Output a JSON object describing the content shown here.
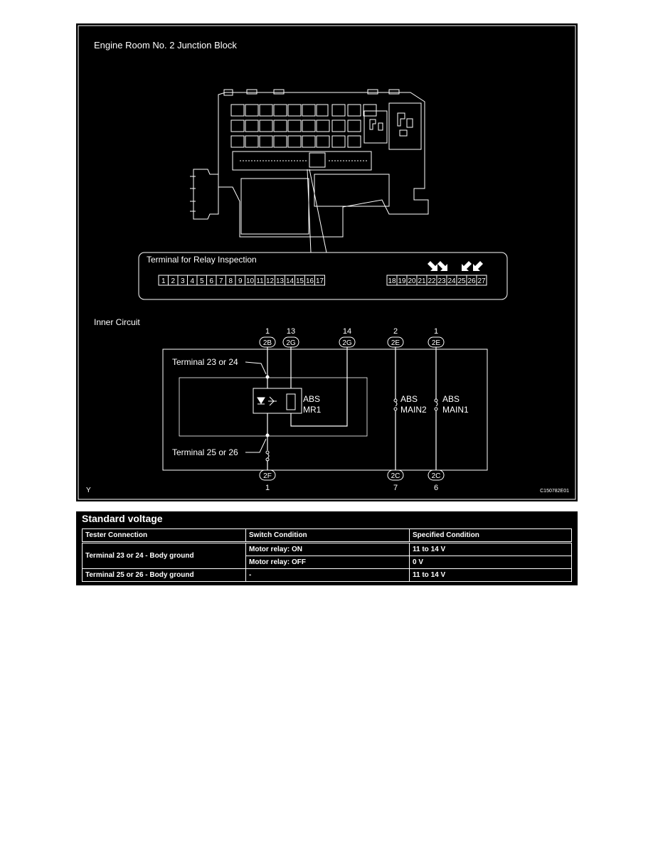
{
  "figure": {
    "title": "Engine Room No. 2 Junction Block",
    "terminal_section_title": "Terminal for Relay Inspection",
    "terminals_left": [
      "1",
      "2",
      "3",
      "4",
      "5",
      "6",
      "7",
      "8",
      "9",
      "10",
      "11",
      "12",
      "13",
      "14",
      "15",
      "16",
      "17"
    ],
    "terminals_right": [
      "18",
      "19",
      "20",
      "21",
      "22",
      "23",
      "24",
      "25",
      "26",
      "27"
    ],
    "inner_circuit_title": "Inner Circuit",
    "connectors_top": [
      {
        "pin": "1",
        "code": "2B"
      },
      {
        "pin": "13",
        "code": "2G"
      },
      {
        "pin": "14",
        "code": "2G"
      },
      {
        "pin": "2",
        "code": "2E"
      },
      {
        "pin": "1",
        "code": "2E"
      }
    ],
    "connectors_bottom": [
      {
        "pin": "1",
        "code": "2F"
      },
      {
        "pin": "7",
        "code": "2C"
      },
      {
        "pin": "6",
        "code": "2C"
      }
    ],
    "label_terminal_23_24": "Terminal 23 or 24",
    "label_terminal_25_26": "Terminal 25 or 26",
    "relay_label": [
      "ABS",
      "MR1"
    ],
    "fuse_main2": [
      "ABS",
      "MAIN2"
    ],
    "fuse_main1": [
      "ABS",
      "MAIN1"
    ],
    "corner_mark": "Y",
    "figure_code": "C150782E01"
  },
  "table": {
    "title": "Standard voltage",
    "headers": [
      "Tester Connection",
      "Switch Condition",
      "Specified Condition"
    ],
    "rows": [
      {
        "connection": "Terminal 23 or 24 - Body ground",
        "condition": "Motor relay: ON",
        "spec": "11 to 14 V"
      },
      {
        "connection": "",
        "condition": "Motor relay: OFF",
        "spec": "0 V"
      },
      {
        "connection": "Terminal 25 or 26 - Body ground",
        "condition": "-",
        "spec": "11 to 14 V"
      }
    ]
  }
}
